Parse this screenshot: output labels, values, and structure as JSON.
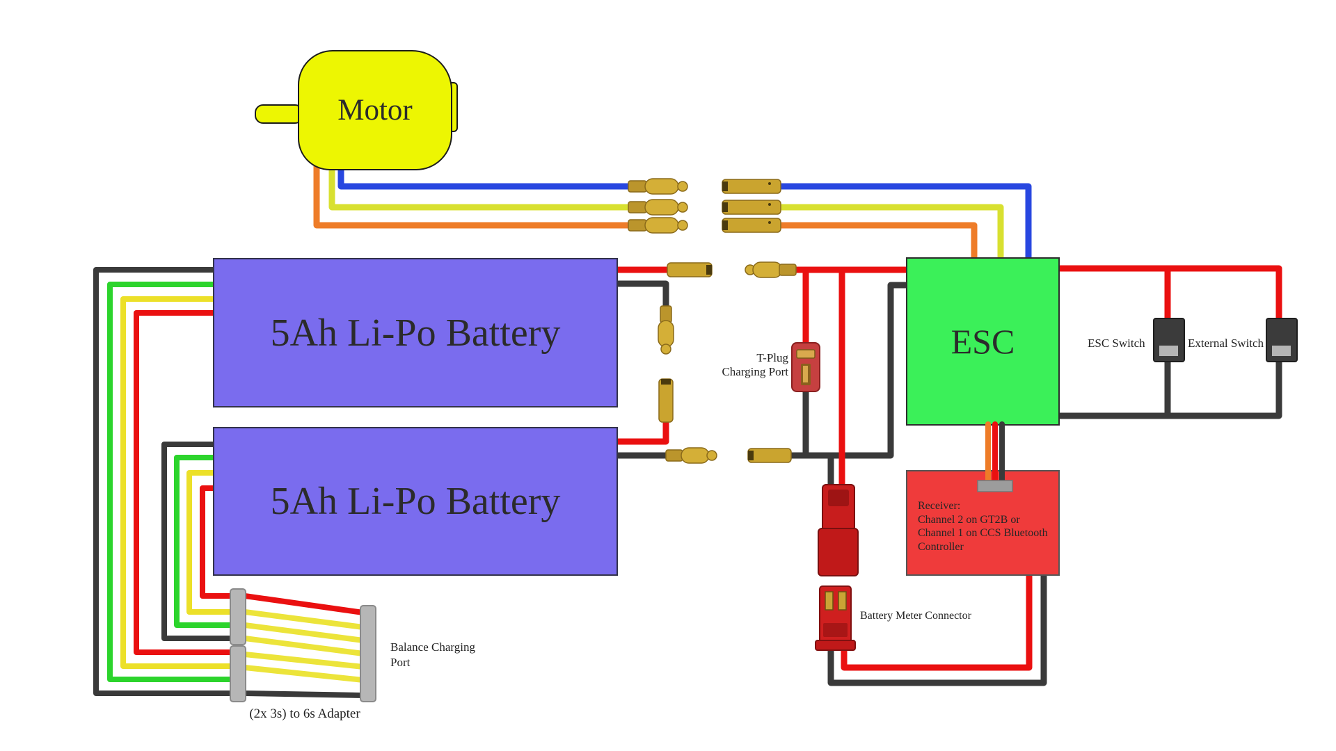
{
  "components": {
    "motor": {
      "label": "Motor"
    },
    "battery_top": {
      "label": "5Ah Li-Po Battery"
    },
    "battery_bottom": {
      "label": "5Ah Li-Po Battery"
    },
    "esc": {
      "label": "ESC"
    },
    "receiver": {
      "line1": "Receiver:",
      "line2": "Channel 2 on GT2B or",
      "line3": "Channel 1 on CCS Bluetooth",
      "line4": "Controller"
    }
  },
  "labels": {
    "esc_switch": "ESC Switch",
    "external_switch": "External Switch",
    "tplug_line1": "T-Plug",
    "tplug_line2": "Charging Port",
    "battery_meter": "Battery Meter Connector",
    "balance_line1": "Balance Charging",
    "balance_line2": "Port",
    "adapter": "(2x 3s) to 6s Adapter"
  },
  "colors": {
    "motor_body": "#edf602",
    "battery_body": "#7a6cee",
    "esc_body": "#3bf059",
    "receiver_body": "#ef3b3b",
    "wire_blue": "#2847e0",
    "wire_yellow": "#d8e030",
    "wire_orange": "#ee7c28",
    "wire_red": "#ea1010",
    "wire_black": "#3a3a3a",
    "wire_green": "#2cd42c",
    "balance_yellow": "#ece029",
    "connector_gold": "#d4af37",
    "connector_gray": "#b6b6b6",
    "switch_body": "#3b3b3b",
    "tplug_red": "#c64040",
    "jst_red": "#cf1f1f"
  }
}
